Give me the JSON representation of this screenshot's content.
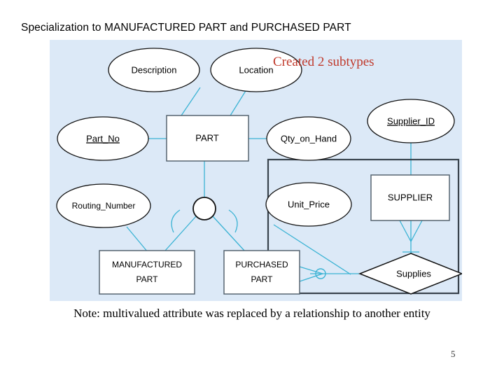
{
  "slide": {
    "title": "Specialization to MANUFACTURED PART and PURCHASED PART",
    "annotation": "Created 2 subtypes",
    "footer_note": "Note: multivalued attribute was replaced by a relationship to another entity",
    "page_number": "5"
  },
  "colors": {
    "panel_background": "#dce9f7",
    "annotation": "#c0392b",
    "connector": "#3bb3d4",
    "entity_border": "#4c5a66",
    "attribute_border": "#111111",
    "group_box_border": "#39434d",
    "shape_fill": "#ffffff"
  },
  "diagram": {
    "type": "entity-relationship",
    "entities": [
      {
        "id": "part",
        "label": "PART",
        "shape": "rectangle"
      },
      {
        "id": "manufactured_part",
        "label_line1": "MANUFACTURED",
        "label_line2": "PART",
        "shape": "rectangle"
      },
      {
        "id": "purchased_part",
        "label_line1": "PURCHASED",
        "label_line2": "PART",
        "shape": "rectangle"
      },
      {
        "id": "supplier",
        "label": "SUPPLIER",
        "shape": "rectangle"
      }
    ],
    "attributes": [
      {
        "id": "description",
        "label": "Description",
        "shape": "ellipse",
        "key": false,
        "owner": "part"
      },
      {
        "id": "location",
        "label": "Location",
        "shape": "ellipse",
        "key": false,
        "owner": "part"
      },
      {
        "id": "part_no",
        "label": "Part_No",
        "shape": "ellipse",
        "key": true,
        "owner": "part"
      },
      {
        "id": "qty_on_hand",
        "label": "Qty_on_Hand",
        "shape": "ellipse",
        "key": false,
        "owner": "part"
      },
      {
        "id": "routing_number",
        "label": "Routing_Number",
        "shape": "ellipse",
        "key": false,
        "owner": "manufactured_part"
      },
      {
        "id": "unit_price",
        "label": "Unit_Price",
        "shape": "ellipse",
        "key": false,
        "owner": "purchased_part"
      },
      {
        "id": "supplier_id",
        "label": "Supplier_ID",
        "shape": "ellipse",
        "key": true,
        "owner": "supplier"
      }
    ],
    "relationships": [
      {
        "id": "supplies",
        "label": "Supplies",
        "shape": "diamond",
        "from": "purchased_part",
        "to": "supplier"
      }
    ],
    "subtype_symbol": {
      "id": "subtype-circle",
      "parent": "part",
      "children": [
        "manufactured_part",
        "purchased_part"
      ]
    }
  }
}
